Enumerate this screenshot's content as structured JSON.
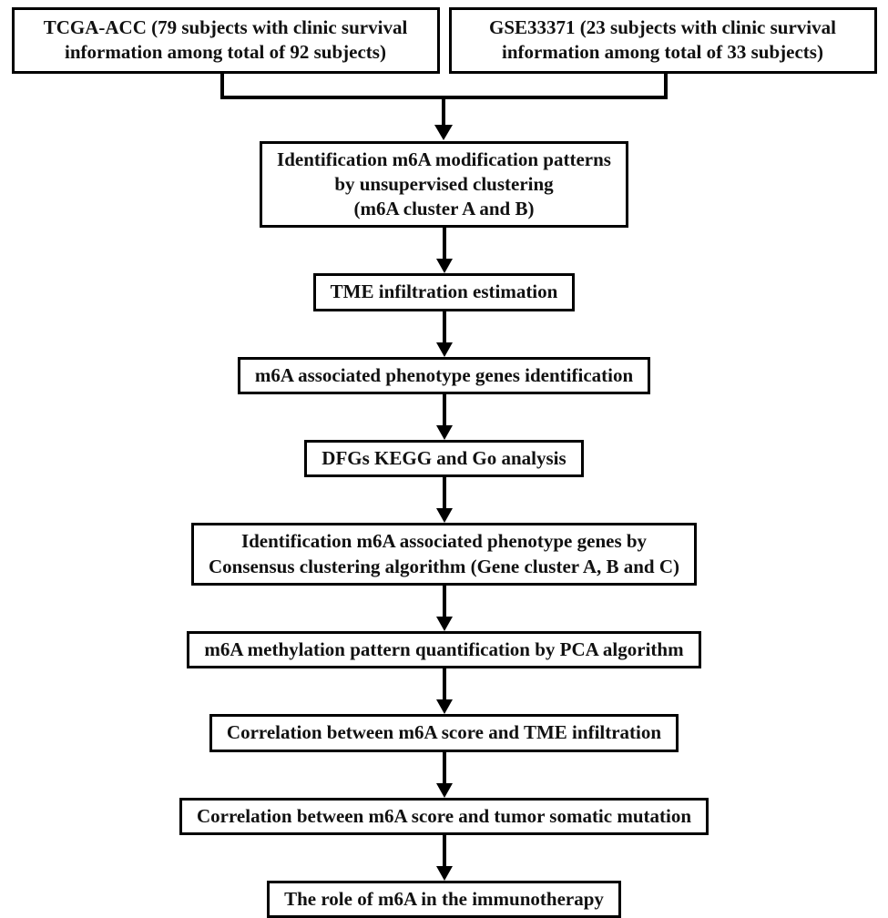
{
  "sources": [
    {
      "label": "TCGA-ACC (79 subjects with clinic survival\ninformation among total of 92 subjects)"
    },
    {
      "label": "GSE33371 (23 subjects with clinic survival\ninformation among total of 33 subjects)"
    }
  ],
  "steps": [
    {
      "label": "Identification m6A modification patterns\nby unsupervised clustering\n(m6A cluster A and B)"
    },
    {
      "label": "TME infiltration estimation"
    },
    {
      "label": "m6A associated phenotype genes identification"
    },
    {
      "label": "DFGs KEGG and Go analysis"
    },
    {
      "label": "Identification m6A associated phenotype genes by\nConsensus clustering algorithm (Gene cluster A, B and C)"
    },
    {
      "label": "m6A methylation pattern quantification by PCA algorithm"
    },
    {
      "label": "Correlation between m6A score and TME infiltration"
    },
    {
      "label": "Correlation between m6A score and tumor somatic mutation"
    },
    {
      "label": "The role of m6A in the immunotherapy"
    }
  ],
  "colors": {
    "background": "#ffffff",
    "box_border": "#000000",
    "line": "#000000",
    "text": "#111111"
  }
}
